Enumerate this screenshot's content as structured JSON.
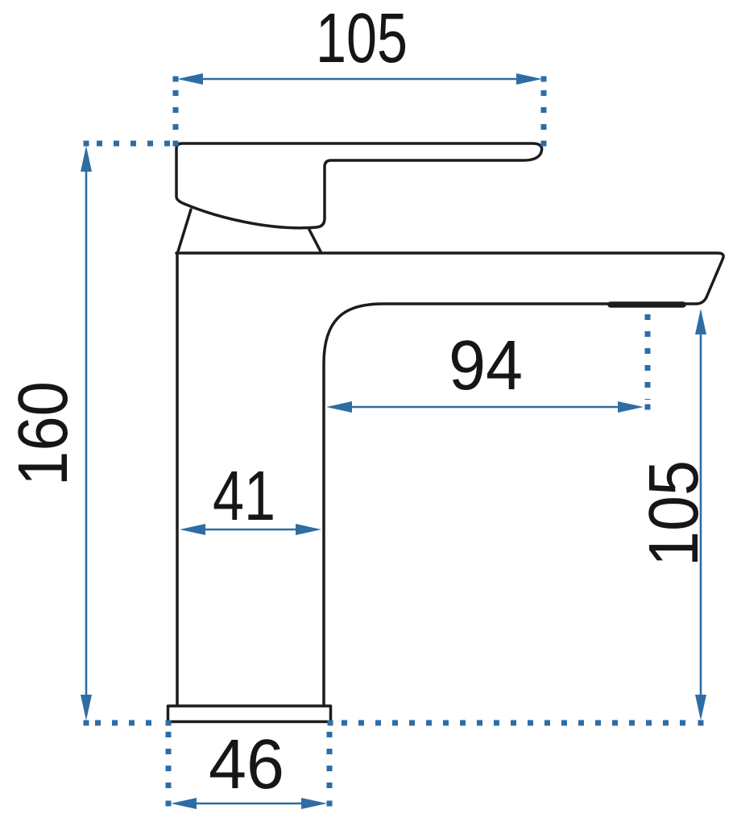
{
  "diagram": {
    "labels": {
      "top_width": "105",
      "overall_height": "160",
      "spout_reach": "94",
      "body_width": "41",
      "spout_height": "105",
      "base_width": "46"
    },
    "colors": {
      "dimension_blue": "#2e6da4",
      "outline_black": "#1c1c1c",
      "background": "#ffffff"
    }
  }
}
